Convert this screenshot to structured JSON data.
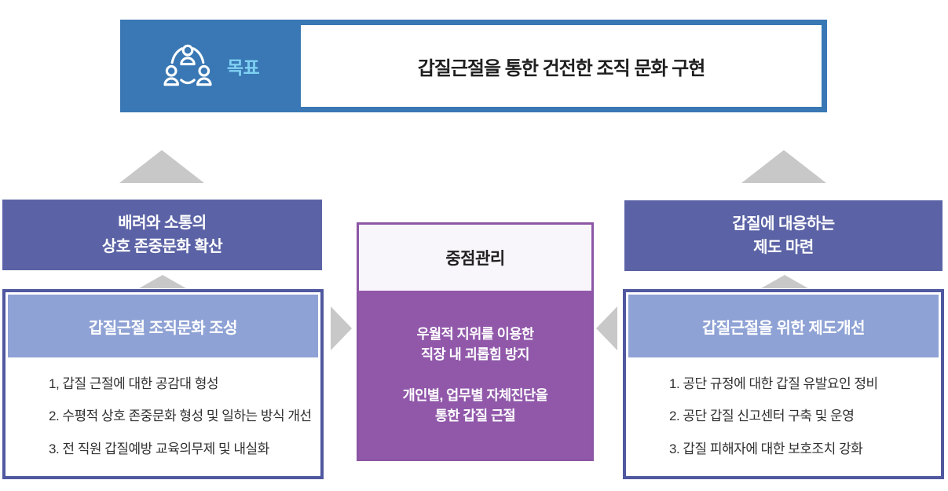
{
  "goal": {
    "icon": "people-network-icon",
    "label": "목표",
    "title": "갑질근절을 통한 건전한 조직 문화 구현"
  },
  "left_track": {
    "header": "배려와 소통의\n상호 존중문화 확산",
    "box_title": "갑질근절 조직문화 조성",
    "items": [
      "1, 갑질 근절에 대한 공감대 형성",
      "2. 수평적 상호 존중문화 형성 및 일하는 방식 개선",
      "3. 전 직원 갑질예방 교육의무제 및 내실화"
    ]
  },
  "center_track": {
    "title": "중점관리",
    "paragraphs": [
      "우월적 지위를 이용한\n직장 내 괴롭힘 방지",
      "개인별, 업무별 자체진단을\n통한 갑질 근절"
    ]
  },
  "right_track": {
    "header": "갑질에 대응하는\n제도 마련",
    "box_title": "갑질근절을 위한 제도개선",
    "items": [
      "1. 공단 규정에 대한 갑질 유발요인 정비",
      "2. 공단 갑질 신고센터 구축 및 운영",
      "3. 갑질 피해자에 대한 보호조치 강화"
    ]
  },
  "colors": {
    "header_blue": "#3978b4",
    "goal_label_text": "#7fd1f3",
    "side_header_purple": "#5b63a6",
    "box_border_blue": "#5058a0",
    "box_inner_header_blue": "#8fa2d5",
    "center_border_purple": "#8d56a5",
    "center_body_purple": "#9158aa",
    "center_top_bg": "#f8f5fb",
    "arrow_gray": "#c8c8c8"
  }
}
